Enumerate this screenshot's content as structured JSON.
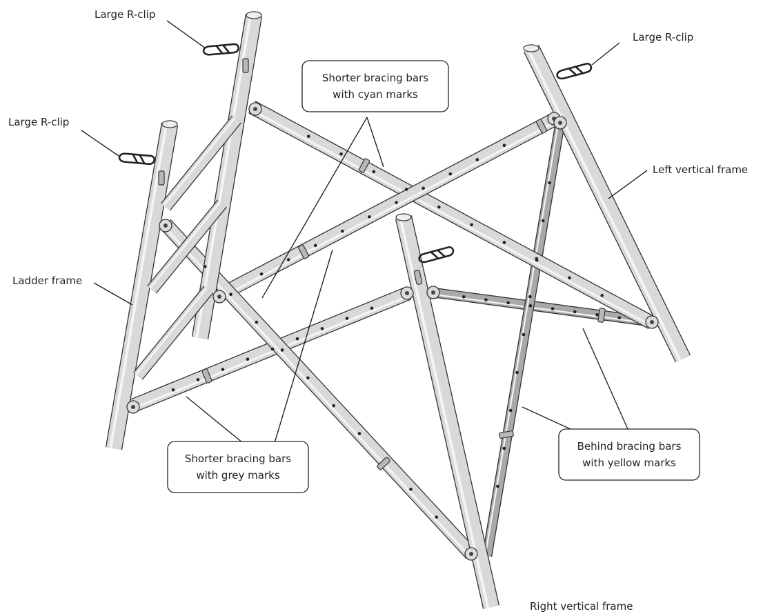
{
  "labels": {
    "r_clip_1": "Large R-clip",
    "r_clip_2": "Large R-clip",
    "r_clip_3": "Large R-clip",
    "ladder_frame": "Ladder frame",
    "left_vertical_frame": "Left vertical frame",
    "right_vertical_frame": "Right vertical frame",
    "cyan_line1": "Shorter bracing bars",
    "cyan_line2": "with cyan marks",
    "grey_line1": "Shorter bracing bars",
    "grey_line2": "with grey marks",
    "yellow_line1": "Behind bracing bars",
    "yellow_line2": "with yellow marks"
  },
  "colors": {
    "tube": "#d9d9d9",
    "tube_dark": "#a9a9a9",
    "outline": "#333333"
  },
  "icons": [
    "r-clip-icon"
  ]
}
